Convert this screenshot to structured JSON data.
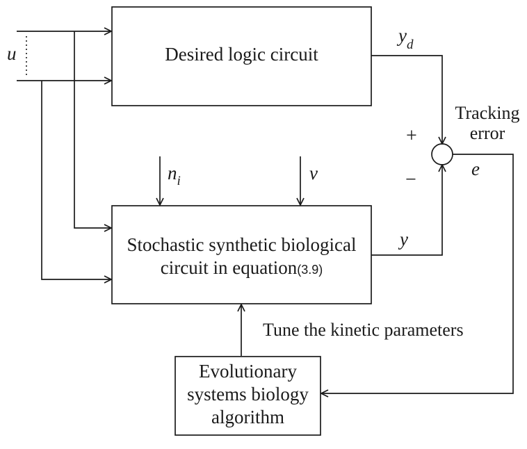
{
  "desired_box": {
    "label": "Desired logic circuit"
  },
  "stochastic_box": {
    "line1": "Stochastic synthetic biological",
    "line2": "circuit in equation",
    "eq_ref": "(3.9)"
  },
  "evolutionary_box": {
    "line1": "Evolutionary",
    "line2": "systems biology",
    "line3": "algorithm"
  },
  "signals": {
    "u": "u",
    "yd_main": "y",
    "yd_sub": "d",
    "y": "y",
    "ni_main": "n",
    "ni_sub": "i",
    "v": "v",
    "e": "e",
    "plus": "+",
    "minus": "−"
  },
  "annotations": {
    "tracking_line1": "Tracking",
    "tracking_line2": "error",
    "tune": "Tune the kinetic parameters"
  }
}
